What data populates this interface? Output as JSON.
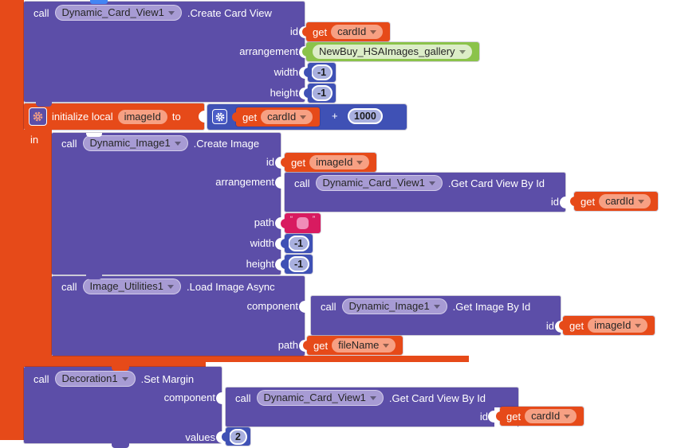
{
  "colors": {
    "purple": "#5C4EA8",
    "purple_field": "#A79BD4",
    "orange": "#E64A19",
    "orange_field": "#F7A083",
    "green": "#8BC34A",
    "green_field": "#DCEDC8",
    "indigo": "#3F51B5",
    "indigo_field": "#A9B0DF",
    "pink": "#D81B60",
    "pink_field": "#F08CB8",
    "notch_blue": "#4285F4"
  },
  "blocks": {
    "create_card_view": {
      "call": "call",
      "component": "Dynamic_Card_View1",
      "method": ".Create Card View",
      "params": {
        "id": "id",
        "arrangement": "arrangement",
        "width": "width",
        "height": "height"
      },
      "id_value": {
        "get": "get",
        "var": "cardId"
      },
      "arrangement_value": {
        "name": "NewBuy_HSAImages_gallery"
      },
      "width_value": "-1",
      "height_value": "-1"
    },
    "initialize_local": {
      "keyword": "initialize local",
      "var": "imageId",
      "to": "to",
      "in": "in",
      "expression": {
        "get": "get",
        "var": "cardId",
        "operator": "+",
        "number": "1000"
      }
    },
    "create_image": {
      "call": "call",
      "component": "Dynamic_Image1",
      "method": ".Create Image",
      "params": {
        "id": "id",
        "arrangement": "arrangement",
        "path": "path",
        "width": "width",
        "height": "height"
      },
      "id_value": {
        "get": "get",
        "var": "imageId"
      },
      "arrangement_value": {
        "call": "call",
        "component": "Dynamic_Card_View1",
        "method": ".Get Card View By Id",
        "params": {
          "id": "id"
        },
        "id_value": {
          "get": "get",
          "var": "cardId"
        }
      },
      "path_value": {
        "open_quote": "“",
        "text": "",
        "close_quote": "”"
      },
      "width_value": "-1",
      "height_value": "-1"
    },
    "load_image_async": {
      "call": "call",
      "component": "Image_Utilities1",
      "method": ".Load Image Async",
      "params": {
        "component": "component",
        "path": "path"
      },
      "component_value": {
        "call": "call",
        "component": "Dynamic_Image1",
        "method": ".Get Image By Id",
        "params": {
          "id": "id"
        },
        "id_value": {
          "get": "get",
          "var": "imageId"
        }
      },
      "path_value": {
        "get": "get",
        "var": "fileName"
      }
    },
    "set_margin": {
      "call": "call",
      "component": "Decoration1",
      "method": ".Set Margin",
      "params": {
        "component": "component",
        "values": "values"
      },
      "component_value": {
        "call": "call",
        "component": "Dynamic_Card_View1",
        "method": ".Get Card View By Id",
        "params": {
          "id": "id"
        },
        "id_value": {
          "get": "get",
          "var": "cardId"
        }
      },
      "values_value": "2"
    }
  }
}
